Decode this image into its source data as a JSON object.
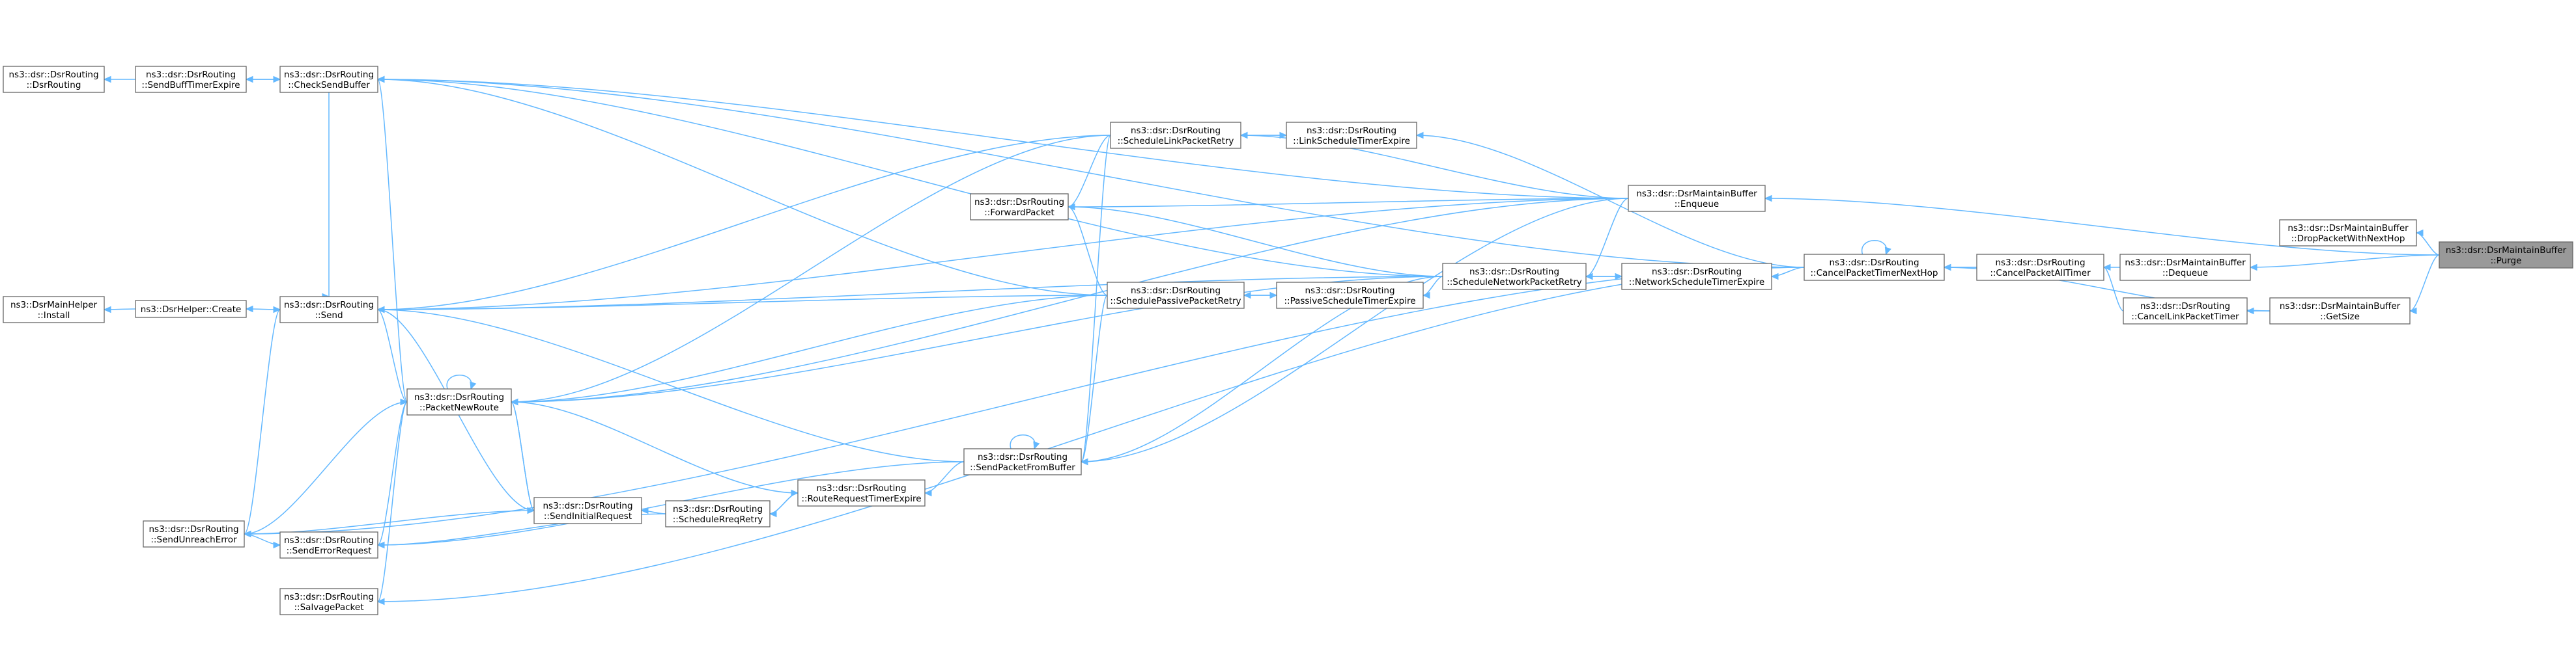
{
  "diagram": {
    "title": "",
    "colors": {
      "edge": "#63b8ff",
      "node_border": "#666666",
      "highlight_fill": "#999999"
    },
    "nodes": [
      {
        "id": "dsrrouting_ctor",
        "lines": [
          "ns3::dsr::DsrRouting",
          "::DsrRouting"
        ],
        "highlight": false
      },
      {
        "id": "sendbufftimerexpire",
        "lines": [
          "ns3::dsr::DsrRouting",
          "::SendBuffTimerExpire"
        ],
        "highlight": false
      },
      {
        "id": "checksendbuffer",
        "lines": [
          "ns3::dsr::DsrRouting",
          "::CheckSendBuffer"
        ],
        "highlight": false
      },
      {
        "id": "install",
        "lines": [
          "ns3::DsrMainHelper",
          "::Install"
        ],
        "highlight": false
      },
      {
        "id": "create",
        "lines": [
          "ns3::DsrHelper::Create"
        ],
        "highlight": false
      },
      {
        "id": "send",
        "lines": [
          "ns3::dsr::DsrRouting",
          "::Send"
        ],
        "highlight": false
      },
      {
        "id": "packetnewroute",
        "lines": [
          "ns3::dsr::DsrRouting",
          "::PacketNewRoute"
        ],
        "highlight": false
      },
      {
        "id": "sendunreacherror",
        "lines": [
          "ns3::dsr::DsrRouting",
          "::SendUnreachError"
        ],
        "highlight": false
      },
      {
        "id": "senderrorrequest",
        "lines": [
          "ns3::dsr::DsrRouting",
          "::SendErrorRequest"
        ],
        "highlight": false
      },
      {
        "id": "salvagepacket",
        "lines": [
          "ns3::dsr::DsrRouting",
          "::SalvagePacket"
        ],
        "highlight": false
      },
      {
        "id": "sendinitialrequest",
        "lines": [
          "ns3::dsr::DsrRouting",
          "::SendInitialRequest"
        ],
        "highlight": false
      },
      {
        "id": "schedulereqretry",
        "lines": [
          "ns3::dsr::DsrRouting",
          "::ScheduleRreqRetry"
        ],
        "highlight": false
      },
      {
        "id": "routerequesttimerexpire",
        "lines": [
          "ns3::dsr::DsrRouting",
          "::RouteRequestTimerExpire"
        ],
        "highlight": false
      },
      {
        "id": "sendpacketfrombuffer",
        "lines": [
          "ns3::dsr::DsrRouting",
          "::SendPacketFromBuffer"
        ],
        "highlight": false
      },
      {
        "id": "forwardpacket",
        "lines": [
          "ns3::dsr::DsrRouting",
          "::ForwardPacket"
        ],
        "highlight": false
      },
      {
        "id": "schedulelinkpacketretry",
        "lines": [
          "ns3::dsr::DsrRouting",
          "::ScheduleLinkPacketRetry"
        ],
        "highlight": false
      },
      {
        "id": "schedulepassivepacketretry",
        "lines": [
          "ns3::dsr::DsrRouting",
          "::SchedulePassivePacketRetry"
        ],
        "highlight": false
      },
      {
        "id": "linkscheduletimerexpire",
        "lines": [
          "ns3::dsr::DsrRouting",
          "::LinkScheduleTimerExpire"
        ],
        "highlight": false
      },
      {
        "id": "passivescheduletimerexpire",
        "lines": [
          "ns3::dsr::DsrRouting",
          "::PassiveScheduleTimerExpire"
        ],
        "highlight": false
      },
      {
        "id": "schedulenetworkpacketretry",
        "lines": [
          "ns3::dsr::DsrRouting",
          "::ScheduleNetworkPacketRetry"
        ],
        "highlight": false
      },
      {
        "id": "enqueue",
        "lines": [
          "ns3::dsr::DsrMaintainBuffer",
          "::Enqueue"
        ],
        "highlight": false
      },
      {
        "id": "networkscheduletimerexpire",
        "lines": [
          "ns3::dsr::DsrRouting",
          "::NetworkScheduleTimerExpire"
        ],
        "highlight": false
      },
      {
        "id": "cancelpackettimernexthop",
        "lines": [
          "ns3::dsr::DsrRouting",
          "::CancelPacketTimerNextHop"
        ],
        "highlight": false
      },
      {
        "id": "cancelpacketalltimer",
        "lines": [
          "ns3::dsr::DsrRouting",
          "::CancelPacketAllTimer"
        ],
        "highlight": false
      },
      {
        "id": "dequeue",
        "lines": [
          "ns3::dsr::DsrMaintainBuffer",
          "::Dequeue"
        ],
        "highlight": false
      },
      {
        "id": "cancellinkpackettimer",
        "lines": [
          "ns3::dsr::DsrRouting",
          "::CancelLinkPacketTimer"
        ],
        "highlight": false
      },
      {
        "id": "getsize",
        "lines": [
          "ns3::dsr::DsrMaintainBuffer",
          "::GetSize"
        ],
        "highlight": false
      },
      {
        "id": "droppacketwithnexthop",
        "lines": [
          "ns3::dsr::DsrMaintainBuffer",
          "::DropPacketWithNextHop"
        ],
        "highlight": false
      },
      {
        "id": "purge",
        "lines": [
          "ns3::dsr::DsrMaintainBuffer",
          "::Purge"
        ],
        "highlight": true
      }
    ],
    "edges": [
      [
        "sendbufftimerexpire",
        "dsrrouting_ctor"
      ],
      [
        "checksendbuffer",
        "sendbufftimerexpire"
      ],
      [
        "sendbufftimerexpire",
        "checksendbuffer"
      ],
      [
        "create",
        "install"
      ],
      [
        "send",
        "create"
      ],
      [
        "schedulelinkpacketretry",
        "forwardpacket"
      ],
      [
        "schedulelinkpacketretry",
        "send"
      ],
      [
        "schedulelinkpacketretry",
        "packetnewroute"
      ],
      [
        "schedulelinkpacketretry",
        "sendpacketfrombuffer"
      ],
      [
        "linkscheduletimerexpire",
        "schedulelinkpacketretry"
      ],
      [
        "schedulelinkpacketretry",
        "linkscheduletimerexpire"
      ],
      [
        "schedulepassivepacketretry",
        "forwardpacket"
      ],
      [
        "schedulepassivepacketretry",
        "send"
      ],
      [
        "schedulepassivepacketretry",
        "checksendbuffer"
      ],
      [
        "schedulepassivepacketretry",
        "packetnewroute"
      ],
      [
        "schedulepassivepacketretry",
        "sendpacketfrombuffer"
      ],
      [
        "passivescheduletimerexpire",
        "schedulepassivepacketretry"
      ],
      [
        "schedulepassivepacketretry",
        "passivescheduletimerexpire"
      ],
      [
        "schedulenetworkpacketretry",
        "checksendbuffer"
      ],
      [
        "schedulenetworkpacketretry",
        "forwardpacket"
      ],
      [
        "schedulenetworkpacketretry",
        "send"
      ],
      [
        "schedulenetworkpacketretry",
        "packetnewroute"
      ],
      [
        "schedulenetworkpacketretry",
        "sendpacketfrombuffer"
      ],
      [
        "schedulenetworkpacketretry",
        "passivescheduletimerexpire"
      ],
      [
        "networkscheduletimerexpire",
        "schedulenetworkpacketretry"
      ],
      [
        "schedulenetworkpacketretry",
        "networkscheduletimerexpire"
      ],
      [
        "enqueue",
        "checksendbuffer"
      ],
      [
        "enqueue",
        "send"
      ],
      [
        "enqueue",
        "forwardpacket"
      ],
      [
        "enqueue",
        "packetnewroute"
      ],
      [
        "enqueue",
        "sendpacketfrombuffer"
      ],
      [
        "enqueue",
        "schedulenetworkpacketretry"
      ],
      [
        "enqueue",
        "schedulelinkpacketretry"
      ],
      [
        "checksendbuffer",
        "send"
      ],
      [
        "checksendbuffer",
        "packetnewroute"
      ],
      [
        "packetnewroute",
        "packetnewroute"
      ],
      [
        "packetnewroute",
        "send"
      ],
      [
        "packetnewroute",
        "sendunreacherror"
      ],
      [
        "packetnewroute",
        "senderrorrequest"
      ],
      [
        "packetnewroute",
        "salvagepacket"
      ],
      [
        "packetnewroute",
        "sendinitialrequest"
      ],
      [
        "sendunreacherror",
        "send"
      ],
      [
        "sendunreacherror",
        "senderrorrequest"
      ],
      [
        "sendinitialrequest",
        "send"
      ],
      [
        "sendinitialrequest",
        "sendunreacherror"
      ],
      [
        "sendinitialrequest",
        "packetnewroute"
      ],
      [
        "schedulereqretry",
        "sendinitialrequest"
      ],
      [
        "schedulereqretry",
        "senderrorrequest"
      ],
      [
        "routerequesttimerexpire",
        "schedulereqretry"
      ],
      [
        "schedulereqretry",
        "routerequesttimerexpire"
      ],
      [
        "routerequesttimerexpire",
        "packetnewroute"
      ],
      [
        "sendpacketfrombuffer",
        "sendpacketfrombuffer"
      ],
      [
        "sendpacketfrombuffer",
        "routerequesttimerexpire"
      ],
      [
        "sendpacketfrombuffer",
        "send"
      ],
      [
        "sendpacketfrombuffer",
        "senderrorrequest"
      ],
      [
        "cancelpackettimernexthop",
        "cancelpackettimernexthop"
      ],
      [
        "cancelpackettimernexthop",
        "networkscheduletimerexpire"
      ],
      [
        "cancelpackettimernexthop",
        "checksendbuffer"
      ],
      [
        "cancelpackettimernexthop",
        "linkscheduletimerexpire"
      ],
      [
        "cancelpackettimernexthop",
        "salvagepacket"
      ],
      [
        "cancelpackettimernexthop",
        "sendunreacherror"
      ],
      [
        "cancelpacketalltimer",
        "cancelpackettimernexthop"
      ],
      [
        "dequeue",
        "cancelpackettimernexthop"
      ],
      [
        "cancellinkpackettimer",
        "cancelpacketalltimer"
      ],
      [
        "getsize",
        "cancellinkpackettimer"
      ],
      [
        "getsize",
        "cancelpackettimernexthop"
      ],
      [
        "purge",
        "enqueue"
      ],
      [
        "purge",
        "droppacketwithnexthop"
      ],
      [
        "purge",
        "dequeue"
      ],
      [
        "purge",
        "getsize"
      ]
    ]
  }
}
